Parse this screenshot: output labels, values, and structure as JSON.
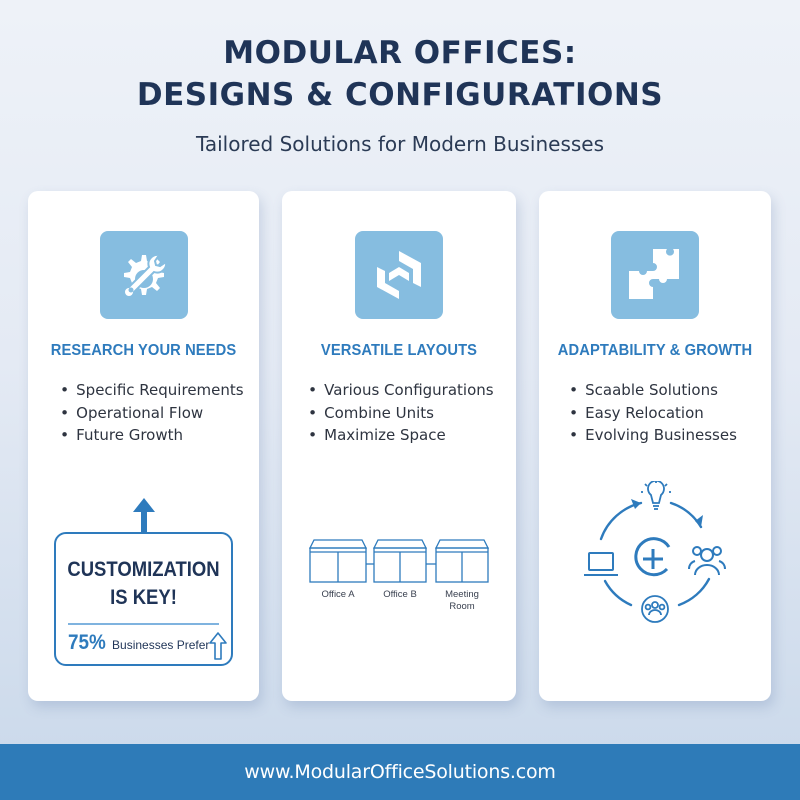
{
  "header": {
    "title_line1": "MODULAR OFFICES:",
    "title_line2": "DESIGNS & CONFIGURATIONS",
    "subtitle": "Tailored Solutions for Modern Businesses"
  },
  "colors": {
    "title": "#1f3457",
    "accent": "#2e7bbd",
    "icon_tile": "#86bde0",
    "footer": "#2e7bb8"
  },
  "cards": [
    {
      "icon": "gear-wrench-icon",
      "heading": "RESEARCH YOUR NEEDS",
      "bullets": [
        "Specific Requirements",
        "Operational Flow",
        "Future Growth"
      ],
      "callout": {
        "title_line1": "CUSTOMIZATION",
        "title_line2": "IS KEY!",
        "stat_value": "75%",
        "stat_label": "Businesses Prefer"
      }
    },
    {
      "icon": "modular-blocks-icon",
      "heading": "VERSATILE LAYOUTS",
      "bullets": [
        "Various Configurations",
        "Combine Units",
        "Maximize Space"
      ],
      "diagram": {
        "units": [
          "Office A",
          "Office B",
          "Meeting Room"
        ]
      }
    },
    {
      "icon": "puzzle-icon",
      "heading": "ADAPTABILITY & GROWTH",
      "bullets": [
        "Scaable Solutions",
        "Easy Relocation",
        "Evolving Businesses"
      ],
      "cycle_icons": [
        "lightbulb-icon",
        "team-icon",
        "group-circle-icon",
        "laptop-icon",
        "plus-circle-icon"
      ]
    }
  ],
  "footer": {
    "url": "www.ModularOfficeSolutions.com"
  }
}
